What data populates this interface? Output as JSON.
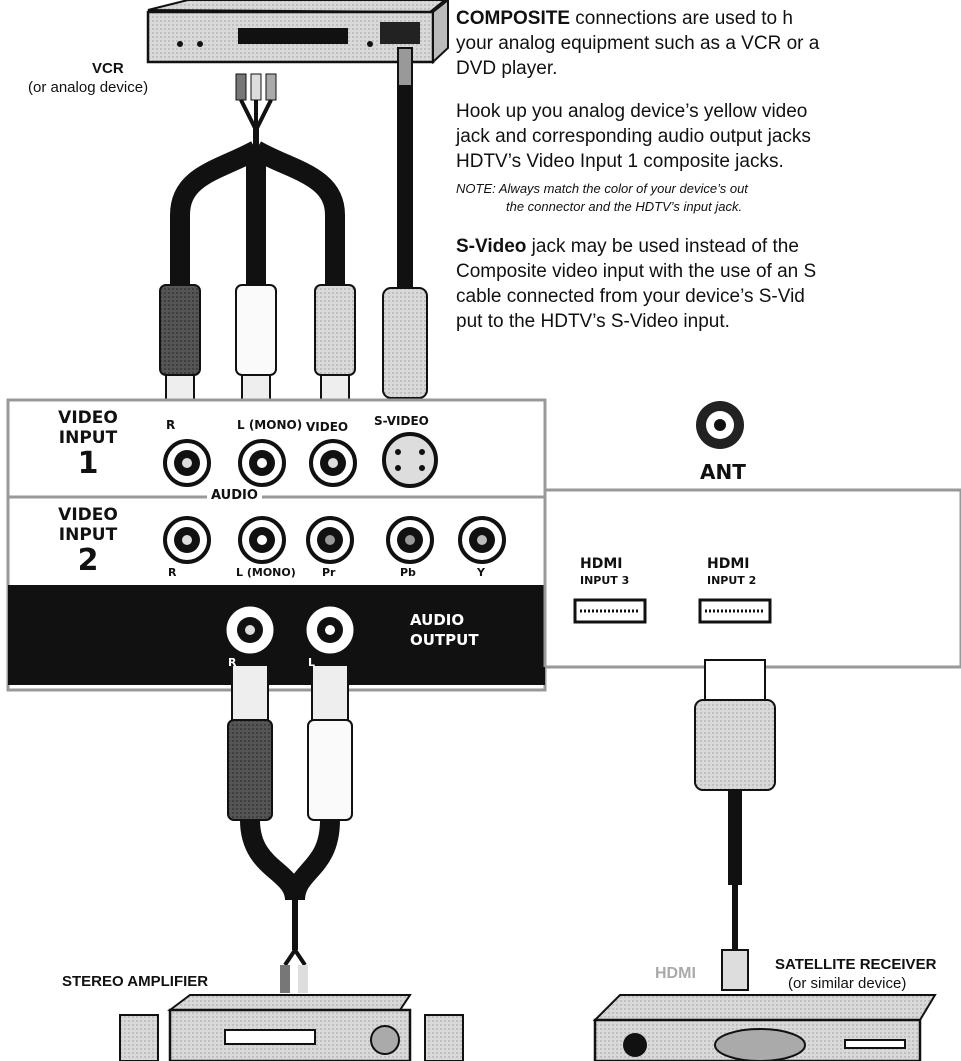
{
  "devices": {
    "vcr": {
      "title": "VCR",
      "subtitle": "(or analog device)"
    },
    "amplifier": {
      "title": "STEREO AMPLIFIER"
    },
    "satellite": {
      "title": "SATELLITE RECEIVER",
      "subtitle": "(or similar device)"
    },
    "hdmi_cable_label": "HDMI"
  },
  "instructions": {
    "composite_bold": "COMPOSITE",
    "composite_line1_rest": " connections are used to h",
    "composite_line2": "your analog equipment such as a VCR or a",
    "composite_line3": "DVD player.",
    "hook_line1": "Hook up you analog device’s yellow video",
    "hook_line2": "jack and corresponding audio output jacks",
    "hook_line3": "HDTV’s Video Input 1 composite jacks.",
    "note_prefix": "NOTE",
    "note_line1_rest": ": Always match the color of your device’s out",
    "note_line2": "the connector and the HDTV’s input jack.",
    "svideo_bold": "S-Video",
    "svideo_line1_rest": " jack may be used instead of the",
    "svideo_line2": "Composite video input with the use of an S",
    "svideo_line3": "cable connected from your device’s S-Vid",
    "svideo_line4": "put to the HDTV’s S-Video input."
  },
  "panel": {
    "video_input_1": {
      "line1": "VIDEO",
      "line2": "INPUT",
      "number": "1"
    },
    "video_input_2": {
      "line1": "VIDEO",
      "line2": "INPUT",
      "number": "2"
    },
    "input1_jacks": [
      "R",
      "L (MONO)",
      "VIDEO",
      "S-VIDEO"
    ],
    "audio_group": "AUDIO",
    "input2_jacks": [
      "R",
      "L (MONO)",
      "Pr",
      "Pb",
      "Y"
    ],
    "audio_output": {
      "line1": "AUDIO",
      "line2": "OUTPUT",
      "jacks": [
        "R",
        "L"
      ]
    },
    "ant": "ANT",
    "hdmi_inputs": [
      {
        "logo": "HDMI",
        "label": "INPUT 3"
      },
      {
        "logo": "HDMI",
        "label": "INPUT 2"
      }
    ]
  }
}
